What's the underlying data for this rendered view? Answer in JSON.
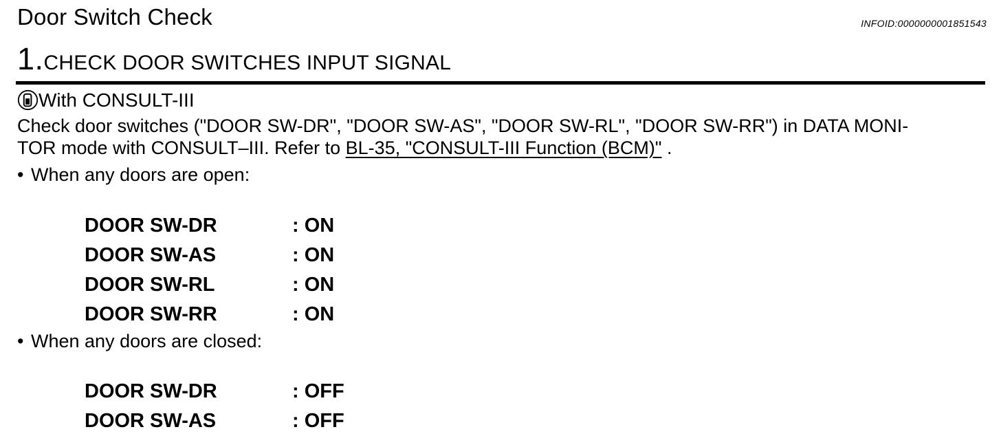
{
  "header": {
    "title": "Door Switch Check",
    "infoid": "INFOID:0000000001851543"
  },
  "step": {
    "number": "1.",
    "title": "CHECK DOOR SWITCHES INPUT SIGNAL"
  },
  "consult": {
    "icon": "consult-iii-tester-icon",
    "label": "With CONSULT-III"
  },
  "paragraph": {
    "line1": "Check door switches (\"DOOR SW-DR\", \"DOOR SW-AS\", \"DOOR SW-RL\", \"DOOR SW-RR\") in DATA MONI-",
    "line2_prefix": "TOR mode with CONSULT–III. Refer to ",
    "link_text": "BL-35, \"CONSULT-III Function (BCM)\"",
    "line2_suffix": " ."
  },
  "colors": {
    "text": "#000000",
    "background": "#ffffff"
  },
  "sections": [
    {
      "bullet": "•",
      "condition": "When any doors are open:",
      "rows": [
        {
          "label": "DOOR SW-DR",
          "value": ": ON"
        },
        {
          "label": "DOOR SW-AS",
          "value": ": ON"
        },
        {
          "label": "DOOR SW-RL",
          "value": ": ON"
        },
        {
          "label": "DOOR SW-RR",
          "value": ": ON"
        }
      ]
    },
    {
      "bullet": "•",
      "condition": "When any doors are closed:",
      "rows": [
        {
          "label": "DOOR SW-DR",
          "value": ": OFF"
        },
        {
          "label": "DOOR SW-AS",
          "value": ": OFF"
        }
      ]
    }
  ]
}
